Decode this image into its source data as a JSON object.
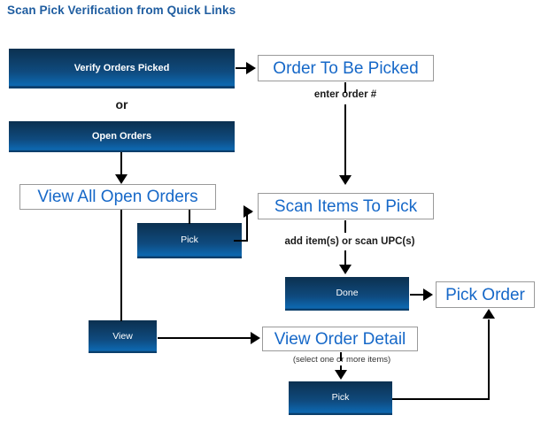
{
  "title": "Scan Pick Verification from Quick Links",
  "colors": {
    "title_blue": "#1F5DA0",
    "screen_text_blue": "#1668c8",
    "button_gradient_top": "#0b3050",
    "button_gradient_bottom": "#0e67ae",
    "border_gray": "#9a9a9a",
    "connector_black": "#000000",
    "background": "#ffffff"
  },
  "nodes": {
    "verify_orders_picked": {
      "label": "Verify Orders Picked",
      "type": "button"
    },
    "or_separator": {
      "label": "or",
      "type": "label"
    },
    "open_orders": {
      "label": "Open Orders",
      "type": "button"
    },
    "view_all_open_orders": {
      "label": "View All Open Orders",
      "type": "screen"
    },
    "order_to_be_picked": {
      "label": "Order To Be Picked",
      "type": "screen"
    },
    "scan_items_to_pick": {
      "label": "Scan Items To Pick",
      "type": "screen"
    },
    "pick_middle": {
      "label": "Pick",
      "type": "button"
    },
    "done": {
      "label": "Done",
      "type": "button"
    },
    "pick_order": {
      "label": "Pick Order",
      "type": "screen"
    },
    "view": {
      "label": "View",
      "type": "button"
    },
    "view_order_detail": {
      "label": "View Order Detail",
      "type": "screen"
    },
    "pick_bottom": {
      "label": "Pick",
      "type": "button"
    }
  },
  "edge_labels": {
    "enter_order_number": "enter order #",
    "add_items_or_scan_upc": "add item(s) or scan UPC(s)",
    "select_one_or_more_items": "(select one or more items)"
  }
}
